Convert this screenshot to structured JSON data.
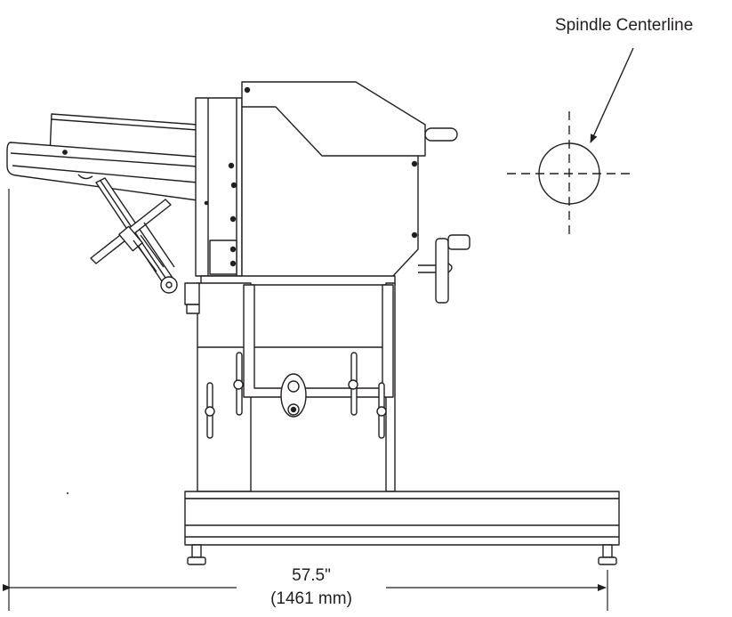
{
  "annotation": {
    "spindle_label": "Spindle Centerline"
  },
  "dimension": {
    "inches": "57.5\"",
    "millimeters": "(1461 mm)"
  },
  "colors": {
    "line": "#231f20",
    "dim_line": "#231f20",
    "fill": "#ffffff",
    "hatch": "#231f20"
  }
}
